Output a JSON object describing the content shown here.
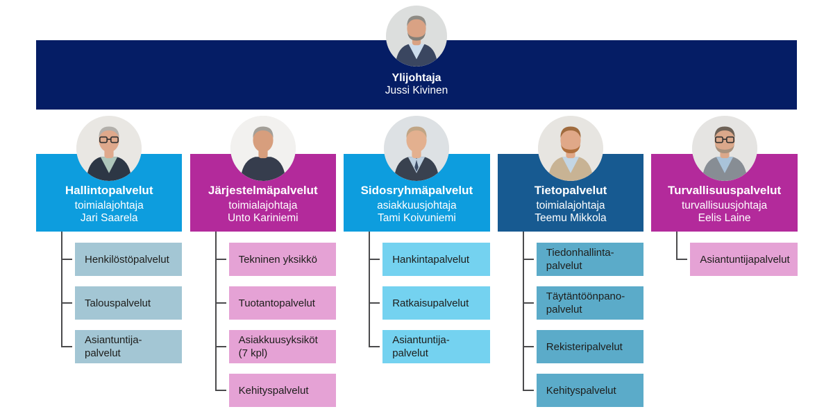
{
  "header": {
    "title": "Ylijohtaja",
    "name": "Jussi Kivinen",
    "banner_color": "#051d65",
    "text_color": "#ffffff",
    "avatar": {
      "bg": "#dcdedd",
      "skin": "#d9a284",
      "hair": "#8e8b85",
      "beard": "#837f78",
      "jacket": "#3a4660",
      "shirt": "#ccdcec",
      "tie": null,
      "glasses": false
    }
  },
  "connector_color": "#4a4a4c",
  "child_text_color": "#1d1d1b",
  "departments": [
    {
      "title": "Hallintopalvelut",
      "role": "toimialajohtaja",
      "name": "Jari Saarela",
      "box_color": "#0d9dde",
      "child_box_color": "#a3c6d4",
      "children": [
        "Henkilöstöpalvelut",
        "Talouspalvelut",
        "Asiantuntija-\npalvelut"
      ],
      "avatar": {
        "bg": "#e9e7e3",
        "skin": "#dfa98c",
        "hair": "#b3b0ab",
        "beard": null,
        "jacket": "#2d3745",
        "shirt": "#aec6bb",
        "tie": null,
        "glasses": true
      }
    },
    {
      "title": "Järjestelmäpalvelut",
      "role": "toimialajohtaja",
      "name": "Unto Kariniemi",
      "box_color": "#b32a9b",
      "child_box_color": "#e5a2d5",
      "children": [
        "Tekninen yksikkö",
        "Tuotantopalvelut",
        "Asiakkuusyksiköt\n(7 kpl)",
        "Kehityspalvelut"
      ],
      "avatar": {
        "bg": "#f2f1ef",
        "skin": "#d79e7d",
        "hair": "#a39f98",
        "beard": null,
        "jacket": "#363d4d",
        "shirt": "#363d4d",
        "tie": null,
        "glasses": false
      }
    },
    {
      "title": "Sidosryhmäpalvelut",
      "role": "asiakkuusjohtaja",
      "name": "Tami Koivuniemi",
      "box_color": "#0d9dde",
      "child_box_color": "#74d2f0",
      "children": [
        "Hankintapalvelut",
        "Ratkaisupalvelut",
        "Asiantuntija-\npalvelut"
      ],
      "avatar": {
        "bg": "#dde1e4",
        "skin": "#e3b08f",
        "hair": "#c0a585",
        "beard": null,
        "jacket": "#39414f",
        "shirt": "#bdcfe0",
        "tie": "#3c4c66",
        "glasses": false
      }
    },
    {
      "title": "Tietopalvelut",
      "role": "toimialajohtaja",
      "name": "Teemu Mikkola",
      "box_color": "#175a91",
      "child_box_color": "#5babc9",
      "children": [
        "Tiedonhallinta-\npalvelut",
        "Täytäntöönpano-\npalvelut",
        "Rekisteripalvelut",
        "Kehityspalvelut"
      ],
      "avatar": {
        "bg": "#e7e5e1",
        "skin": "#e0a888",
        "hair": "#a06b3e",
        "beard": "#b06f3c",
        "jacket": "#c8b394",
        "shirt": "#c3d6e5",
        "tie": null,
        "glasses": false
      }
    },
    {
      "title": "Turvallisuuspalvelut",
      "role": "turvallisuusjohtaja",
      "name": "Eelis Laine",
      "box_color": "#b32a9b",
      "child_box_color": "#e5a2d5",
      "children": [
        "Asiantuntijapalvelut"
      ],
      "avatar": {
        "bg": "#e5e4e2",
        "skin": "#dba88b",
        "hair": "#6e6257",
        "beard": "#a8917d",
        "jacket": "#878d94",
        "shirt": "#a9c3da",
        "tie": null,
        "glasses": true
      }
    }
  ]
}
